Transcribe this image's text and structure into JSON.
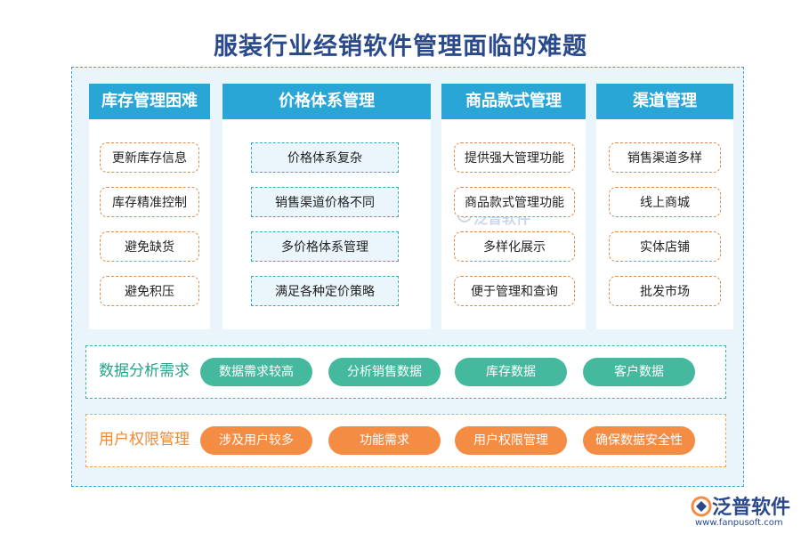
{
  "title": "服装行业经销软件管理面临的难题",
  "columns": [
    {
      "header": "库存管理困难",
      "items": [
        "更新库存信息",
        "库存精准控制",
        "避免缺货",
        "避免积压"
      ]
    },
    {
      "header": "价格体系管理",
      "items": [
        "价格体系复杂",
        "销售渠道价格不同",
        "多价格体系管理",
        "满足各种定价策略"
      ]
    },
    {
      "header": "商品款式管理",
      "items": [
        "提供强大管理功能",
        "商品款式管理功能",
        "多样化展示",
        "便于管理和查询"
      ]
    },
    {
      "header": "渠道管理",
      "items": [
        "销售渠道多样",
        "线上商城",
        "实体店铺",
        "批发市场"
      ]
    }
  ],
  "data_analysis": {
    "label": "数据分析需求",
    "items": [
      "数据需求较高",
      "分析销售数据",
      "库存数据",
      "客户数据"
    ]
  },
  "user_permission": {
    "label": "用户权限管理",
    "items": [
      "涉及用户较多",
      "功能需求",
      "用户权限管理",
      "确保数据安全性"
    ]
  },
  "watermark": "泛普软件",
  "logo": {
    "name": "泛普软件",
    "url": "www.fanpusoft.com"
  },
  "colors": {
    "header_blue": "#29a6d6",
    "teal": "#45b99e",
    "orange": "#f48c44",
    "title": "#2a4a8c"
  }
}
